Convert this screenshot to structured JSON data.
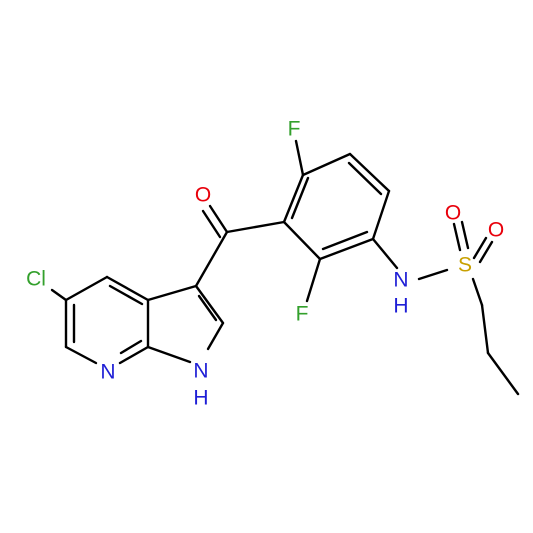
{
  "molecule": {
    "atoms": {
      "Cl": {
        "label": "Cl",
        "element": "chlorine",
        "color": "#33a02c"
      },
      "O_carbonyl": {
        "label": "O",
        "element": "oxygen",
        "color": "#e8000b"
      },
      "F_top": {
        "label": "F",
        "element": "fluorine",
        "color": "#33a02c"
      },
      "F_mid": {
        "label": "F",
        "element": "fluorine",
        "color": "#33a02c"
      },
      "N_pyridine": {
        "label": "N",
        "element": "nitrogen",
        "color": "#1f1fd6"
      },
      "N_pyrrole": {
        "label": "N",
        "element": "nitrogen",
        "color": "#1f1fd6"
      },
      "H_pyrrole": {
        "label": "H",
        "element": "hydrogen",
        "color": "#1f1fd6"
      },
      "N_amide": {
        "label": "N",
        "element": "nitrogen",
        "color": "#1f1fd6"
      },
      "H_amide": {
        "label": "H",
        "element": "hydrogen",
        "color": "#1f1fd6"
      },
      "S": {
        "label": "S",
        "element": "sulfur",
        "color": "#c8a000"
      },
      "O_s1": {
        "label": "O",
        "element": "oxygen",
        "color": "#e8000b"
      },
      "O_s2": {
        "label": "O",
        "element": "oxygen",
        "color": "#e8000b"
      }
    },
    "bond_color": "#000000"
  }
}
